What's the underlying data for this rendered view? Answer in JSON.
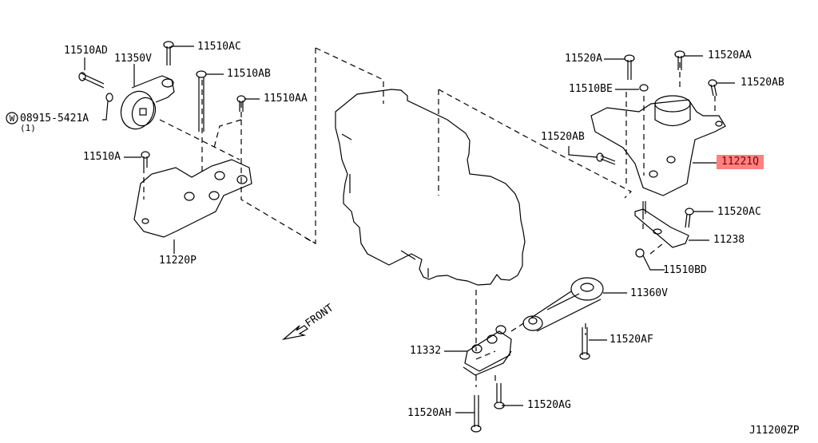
{
  "diagram_id": "J11200ZP",
  "highlight_color": "#ff8080",
  "direction_label": "FRONT",
  "parts": {
    "p11510AD": "11510AD",
    "p11350V": "11350V",
    "p11510AC": "11510AC",
    "p11510AB": "11510AB",
    "p11510AA": "11510AA",
    "washer": "08915-5421A",
    "washer_qty": "(1)",
    "washer_symbol": "W",
    "p11510A": "11510A",
    "p11220P": "11220P",
    "p11520A": "11520A",
    "p11520AA": "11520AA",
    "p11510BE": "11510BE",
    "p11520AB_top": "11520AB",
    "p11520AB_left": "11520AB",
    "p11221Q": "11221Q",
    "p11520AC": "11520AC",
    "p11238": "11238",
    "p11510BD": "11510BD",
    "p11360V": "11360V",
    "p11520AF": "11520AF",
    "p11332": "11332",
    "p11520AH": "11520AH",
    "p11520AG": "11520AG"
  }
}
